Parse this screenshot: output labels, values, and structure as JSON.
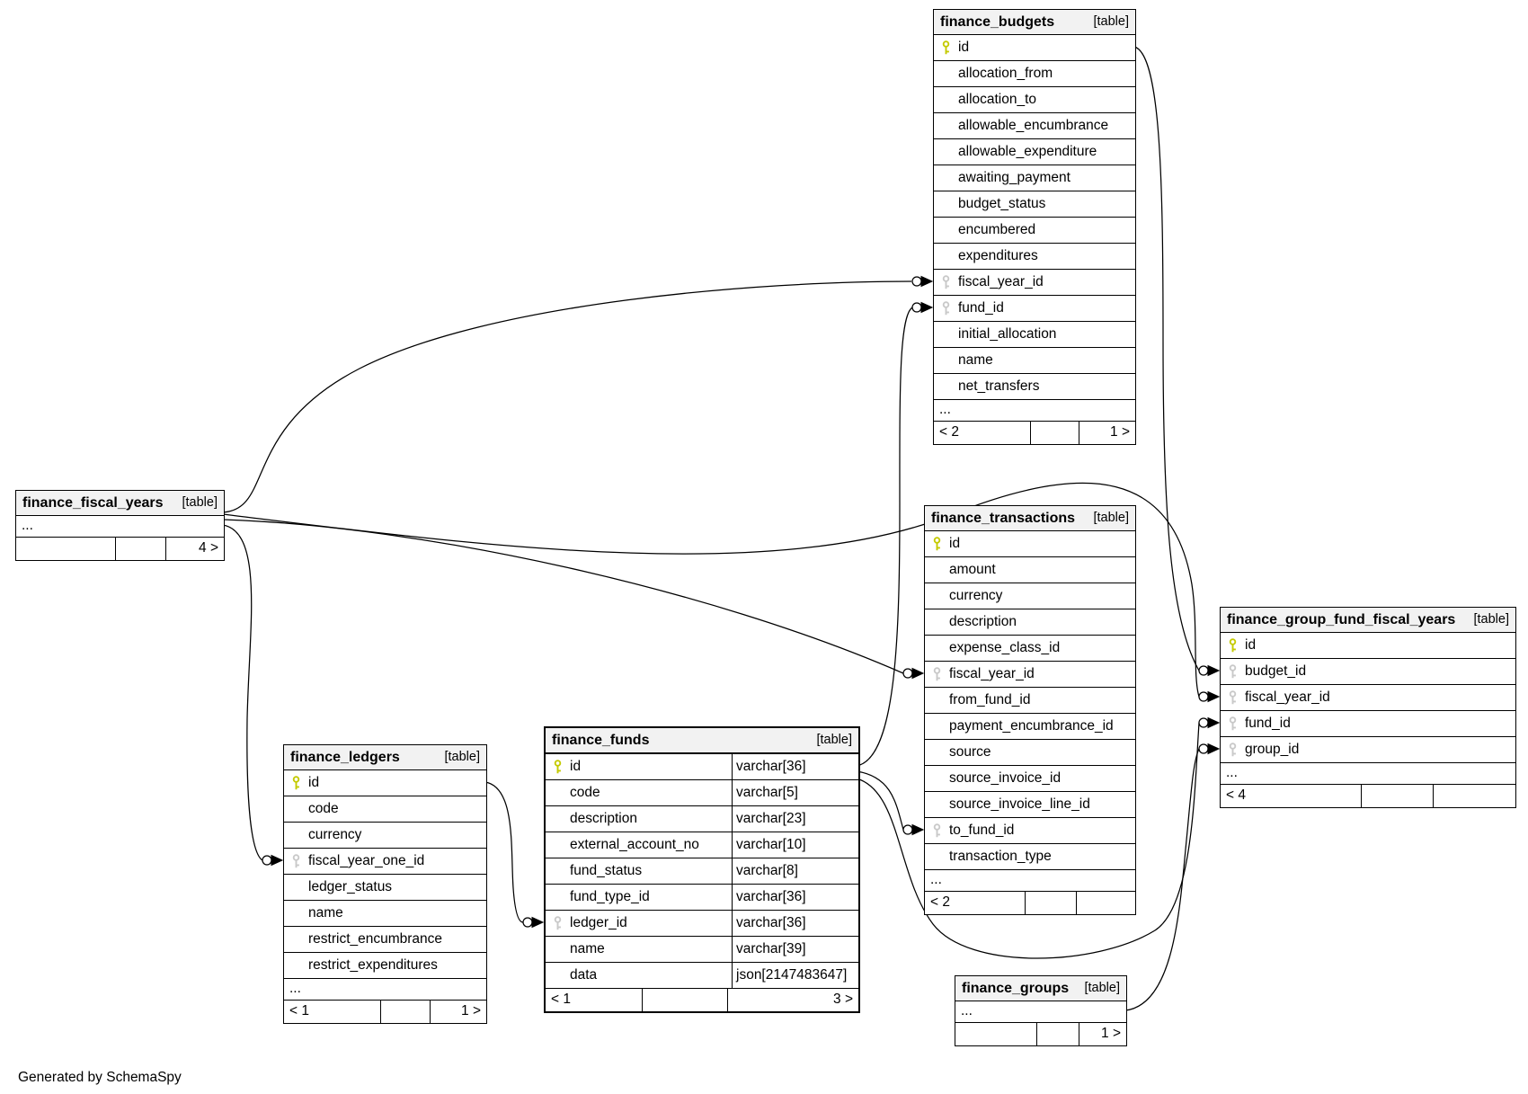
{
  "app": {
    "generator_note": "Generated by SchemaSpy",
    "truncated_label": "..."
  },
  "tables": [
    {
      "name": "finance_budgets",
      "tag": "[table]",
      "truncated": true,
      "footer": {
        "left": "< 2",
        "right": "1 >"
      },
      "columns": [
        {
          "name": "id",
          "key": "pk"
        },
        {
          "name": "allocation_from"
        },
        {
          "name": "allocation_to"
        },
        {
          "name": "allowable_encumbrance"
        },
        {
          "name": "allowable_expenditure"
        },
        {
          "name": "awaiting_payment"
        },
        {
          "name": "budget_status"
        },
        {
          "name": "encumbered"
        },
        {
          "name": "expenditures"
        },
        {
          "name": "fiscal_year_id",
          "key": "fk"
        },
        {
          "name": "fund_id",
          "key": "fk"
        },
        {
          "name": "initial_allocation"
        },
        {
          "name": "name"
        },
        {
          "name": "net_transfers"
        }
      ]
    },
    {
      "name": "finance_fiscal_years",
      "tag": "[table]",
      "truncated": true,
      "footer": {
        "left": "",
        "right": "4 >"
      },
      "columns": []
    },
    {
      "name": "finance_transactions",
      "tag": "[table]",
      "truncated": true,
      "footer": {
        "left": "< 2",
        "right": ""
      },
      "columns": [
        {
          "name": "id",
          "key": "pk"
        },
        {
          "name": "amount"
        },
        {
          "name": "currency"
        },
        {
          "name": "description"
        },
        {
          "name": "expense_class_id"
        },
        {
          "name": "fiscal_year_id",
          "key": "fk"
        },
        {
          "name": "from_fund_id"
        },
        {
          "name": "payment_encumbrance_id"
        },
        {
          "name": "source"
        },
        {
          "name": "source_invoice_id"
        },
        {
          "name": "source_invoice_line_id"
        },
        {
          "name": "to_fund_id",
          "key": "fk"
        },
        {
          "name": "transaction_type"
        }
      ]
    },
    {
      "name": "finance_group_fund_fiscal_years",
      "tag": "[table]",
      "truncated": true,
      "footer": {
        "left": "< 4",
        "right": ""
      },
      "columns": [
        {
          "name": "id",
          "key": "pk"
        },
        {
          "name": "budget_id",
          "key": "fk"
        },
        {
          "name": "fiscal_year_id",
          "key": "fk"
        },
        {
          "name": "fund_id",
          "key": "fk"
        },
        {
          "name": "group_id",
          "key": "fk"
        }
      ]
    },
    {
      "name": "finance_ledgers",
      "tag": "[table]",
      "truncated": true,
      "footer": {
        "left": "< 1",
        "right": "1 >"
      },
      "columns": [
        {
          "name": "id",
          "key": "pk"
        },
        {
          "name": "code"
        },
        {
          "name": "currency"
        },
        {
          "name": "fiscal_year_one_id",
          "key": "fk"
        },
        {
          "name": "ledger_status"
        },
        {
          "name": "name"
        },
        {
          "name": "restrict_encumbrance"
        },
        {
          "name": "restrict_expenditures"
        }
      ]
    },
    {
      "name": "finance_funds",
      "tag": "[table]",
      "truncated": false,
      "has_types": true,
      "main": true,
      "footer": {
        "left": "< 1",
        "right": "3 >"
      },
      "columns": [
        {
          "name": "id",
          "key": "pk",
          "type": "varchar[36]"
        },
        {
          "name": "code",
          "type": "varchar[5]"
        },
        {
          "name": "description",
          "type": "varchar[23]"
        },
        {
          "name": "external_account_no",
          "type": "varchar[10]"
        },
        {
          "name": "fund_status",
          "type": "varchar[8]"
        },
        {
          "name": "fund_type_id",
          "type": "varchar[36]"
        },
        {
          "name": "ledger_id",
          "key": "fk",
          "type": "varchar[36]"
        },
        {
          "name": "name",
          "type": "varchar[39]"
        },
        {
          "name": "data",
          "type": "json[2147483647]"
        }
      ]
    },
    {
      "name": "finance_groups",
      "tag": "[table]",
      "truncated": true,
      "footer": {
        "left": "",
        "right": "1 >"
      },
      "columns": []
    }
  ],
  "key_colors": {
    "pk": "#c4ca00",
    "fk": "#c9c9c9"
  },
  "relationships": [
    {
      "parent": "finance_fiscal_years",
      "child": "finance_budgets.fiscal_year_id"
    },
    {
      "parent": "finance_fiscal_years",
      "child": "finance_transactions.fiscal_year_id"
    },
    {
      "parent": "finance_fiscal_years",
      "child": "finance_group_fund_fiscal_years.fiscal_year_id"
    },
    {
      "parent": "finance_fiscal_years",
      "child": "finance_ledgers.fiscal_year_one_id"
    },
    {
      "parent": "finance_ledgers",
      "child": "finance_funds.ledger_id"
    },
    {
      "parent": "finance_funds",
      "child": "finance_budgets.fund_id"
    },
    {
      "parent": "finance_funds",
      "child": "finance_transactions.to_fund_id"
    },
    {
      "parent": "finance_funds",
      "child": "finance_group_fund_fiscal_years.fund_id"
    },
    {
      "parent": "finance_budgets",
      "child": "finance_group_fund_fiscal_years.budget_id"
    },
    {
      "parent": "finance_groups",
      "child": "finance_group_fund_fiscal_years.group_id"
    }
  ]
}
